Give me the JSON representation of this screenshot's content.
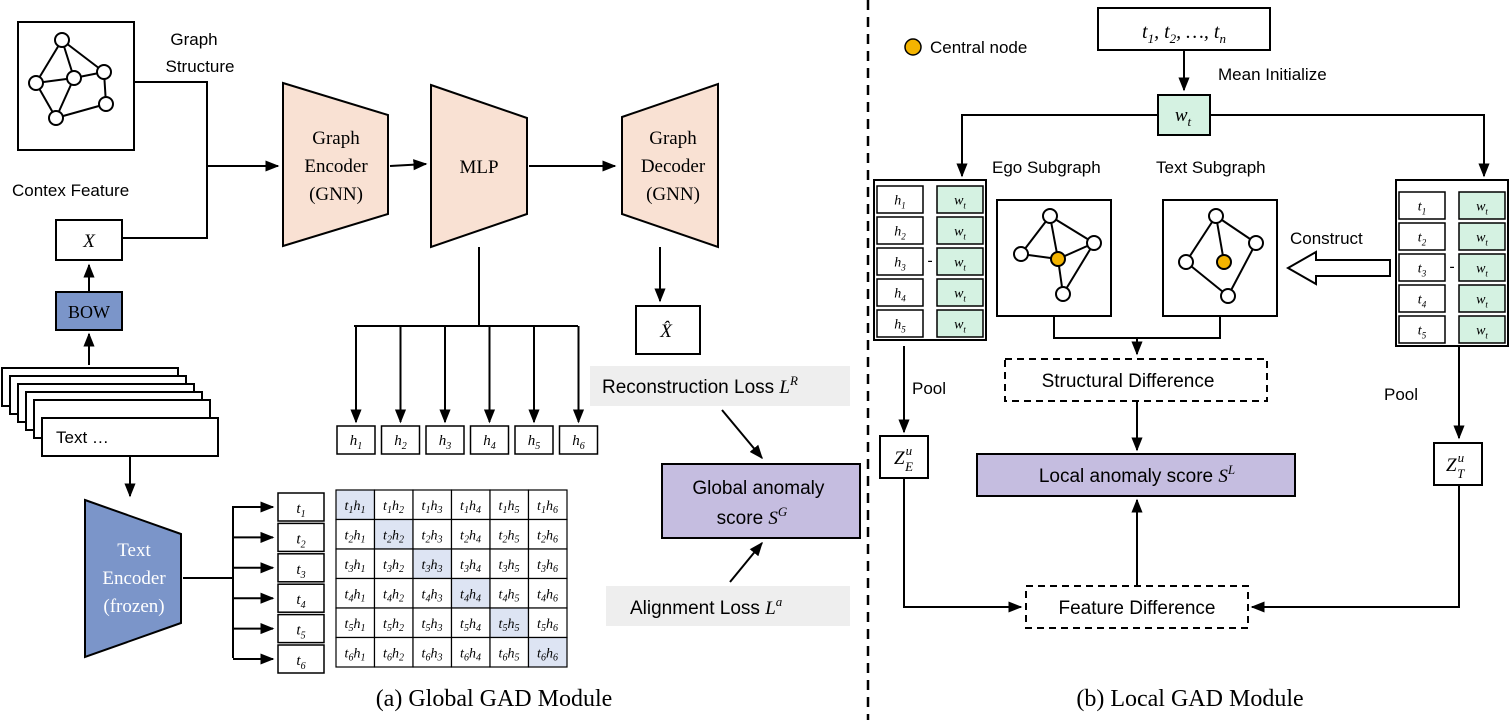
{
  "global": {
    "caption": "(a) Global GAD Module",
    "graph_structure_label": "Graph\nStructure",
    "context_feature_label": "Contex Feature",
    "x_label": "X",
    "bow_label": "BOW",
    "text_label": "Text …",
    "encoder_label": "Graph\nEncoder\n(GNN)",
    "mlp_label": "MLP",
    "decoder_label": "Graph\nDecoder\n(GNN)",
    "xhat_label": "X̂",
    "text_encoder_label": "Text\nEncoder\n(frozen)",
    "h_labels": [
      "h1",
      "h2",
      "h3",
      "h4",
      "h5",
      "h6"
    ],
    "t_labels": [
      "t1",
      "t2",
      "t3",
      "t4",
      "t5",
      "t6"
    ],
    "recon_loss_label": "Reconstruction Loss L^R",
    "align_loss_label": "Alignment Loss L^a",
    "global_score_label": "Global anomaly\nscore S^G"
  },
  "local": {
    "caption": "(b) Local GAD Module",
    "central_node_label": "Central node",
    "t_sequence_label": "t1, t2, …, tn",
    "mean_init_label": "Mean Initialize",
    "wt_label": "wt",
    "ego_subgraph_label": "Ego Subgraph",
    "text_subgraph_label": "Text Subgraph",
    "construct_label": "Construct",
    "pool_left_label": "Pool",
    "pool_right_label": "Pool",
    "ze_label": "Z_E^u",
    "zt_label": "Z_T^u",
    "structural_diff_label": "Structural Difference",
    "feature_diff_label": "Feature Difference",
    "local_score_label": "Local anomaly score S^L",
    "left_h": [
      "h1",
      "h2",
      "h3",
      "h4",
      "h5"
    ],
    "right_t": [
      "t1",
      "t2",
      "t3",
      "t4",
      "t5"
    ],
    "w_labels": [
      "wt",
      "wt",
      "wt",
      "wt",
      "wt"
    ]
  },
  "colors": {
    "encoder_fill": "#f9e1d3",
    "bow_fill": "#7b95c9",
    "text_encoder_fill": "#7b95c9",
    "score_fill": "#c5bde0",
    "w_fill": "#d5f2e2",
    "loss_bg": "#eeeeee",
    "diag_fill": "#dde4f3",
    "central_node": "#f4b400"
  }
}
